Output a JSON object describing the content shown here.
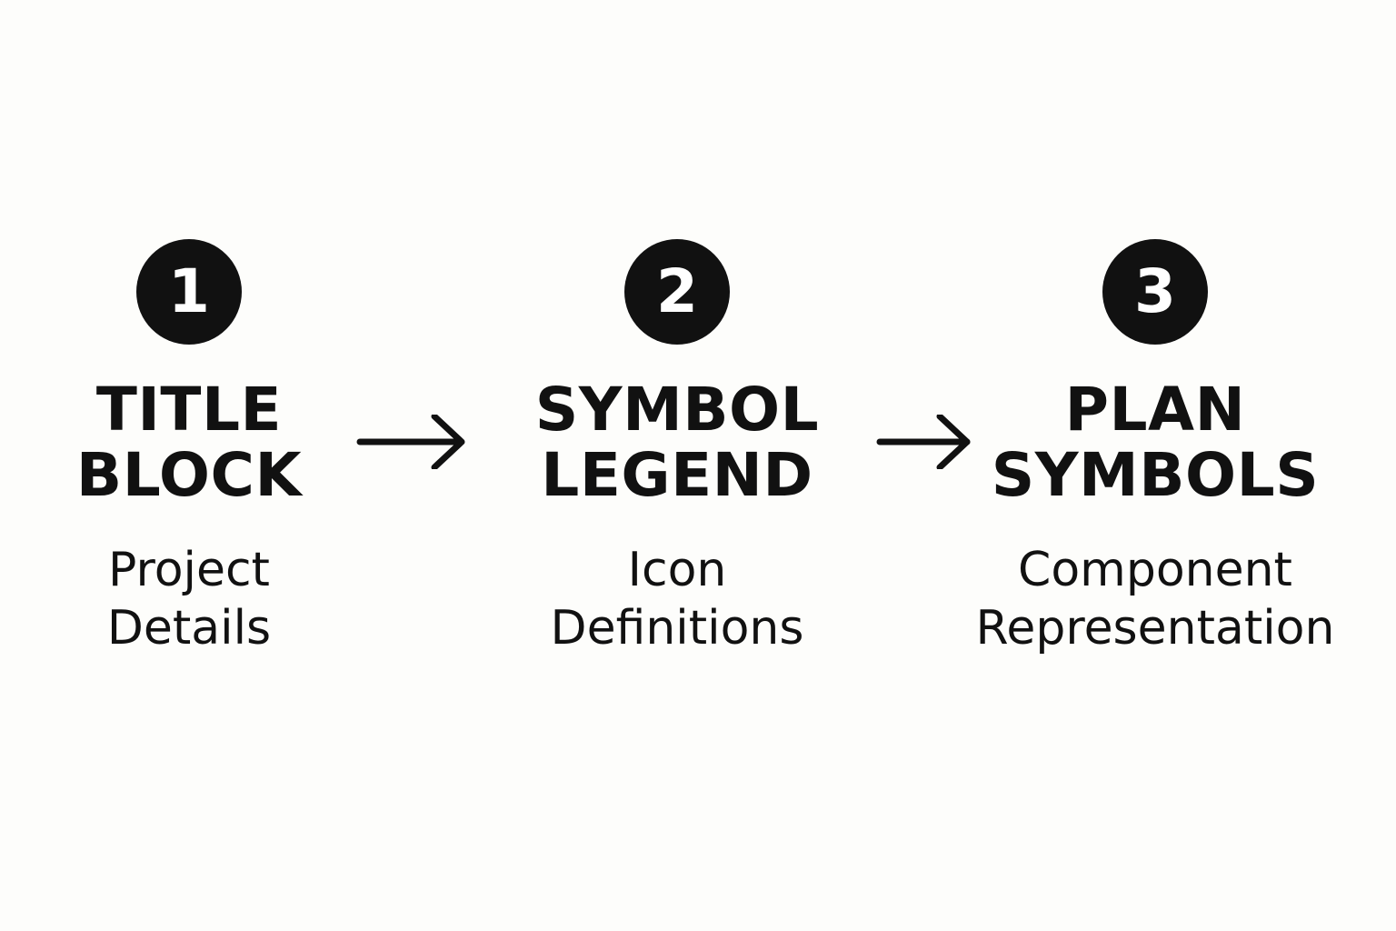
{
  "colors": {
    "background": "#fdfdfb",
    "ink": "#111111",
    "badge_text": "#ffffff"
  },
  "steps": [
    {
      "number": "1",
      "title_line1": "TITLE",
      "title_line2": "BLOCK",
      "subtitle_line1": "Project",
      "subtitle_line2": "Details"
    },
    {
      "number": "2",
      "title_line1": "SYMBOL",
      "title_line2": "LEGEND",
      "subtitle_line1": "Icon",
      "subtitle_line2": "Definitions"
    },
    {
      "number": "3",
      "title_line1": "PLAN",
      "title_line2": "SYMBOLS",
      "subtitle_line1": "Component",
      "subtitle_line2": "Representation"
    }
  ],
  "connectors": [
    {
      "icon": "arrow-right-icon"
    },
    {
      "icon": "arrow-right-icon"
    }
  ]
}
